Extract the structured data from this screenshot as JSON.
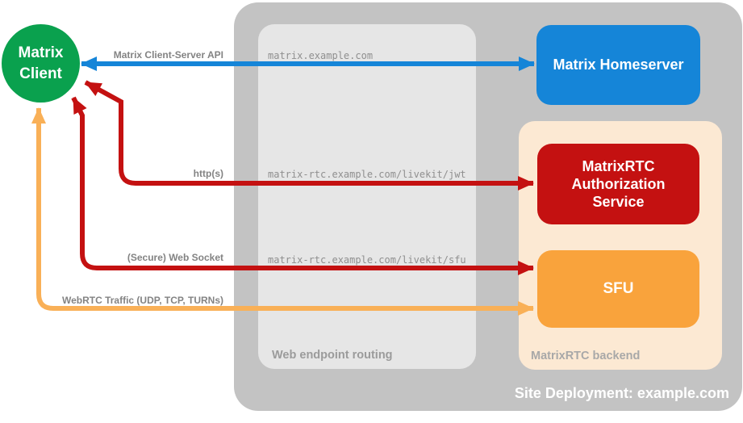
{
  "containers": {
    "site_label": "Site Deployment: example.com",
    "web_routing_label": "Web endpoint routing",
    "backend_label": "MatrixRTC backend",
    "outer_color": "#c3c3c3",
    "routing_color": "#e6e6e6",
    "backend_color": "#fce9d3"
  },
  "nodes": {
    "client": {
      "label": "Matrix Client",
      "color": "#0aa14e"
    },
    "homeserver": {
      "label": "Matrix Homeserver",
      "color": "#1585d8"
    },
    "auth_service": {
      "label": "MatrixRTC Authorization Service",
      "color": "#c41111"
    },
    "sfu": {
      "label": "SFU",
      "color": "#f9a33c"
    }
  },
  "endpoints": [
    "matrix.example.com",
    "matrix-rtc.example.com/livekit/jwt",
    "matrix-rtc.example.com/livekit/sfu"
  ],
  "arrows": [
    {
      "label": "Matrix Client-Server API",
      "color": "#1585d8",
      "from": "Matrix Client",
      "to": "Matrix Homeserver",
      "via": "matrix.example.com",
      "bidirectional": true
    },
    {
      "label": "http(s)",
      "color": "#c41111",
      "from": "Matrix Client",
      "to": "MatrixRTC Authorization Service",
      "via": "matrix-rtc.example.com/livekit/jwt",
      "bidirectional": true
    },
    {
      "label": "(Secure) Web Socket",
      "color": "#c41111",
      "from": "Matrix Client",
      "to": "SFU",
      "via": "matrix-rtc.example.com/livekit/sfu",
      "bidirectional": true
    },
    {
      "label": "WebRTC Traffic (UDP, TCP, TURNs)",
      "color": "#f9b057",
      "from": "Matrix Client",
      "to": "SFU",
      "bidirectional": true
    }
  ]
}
